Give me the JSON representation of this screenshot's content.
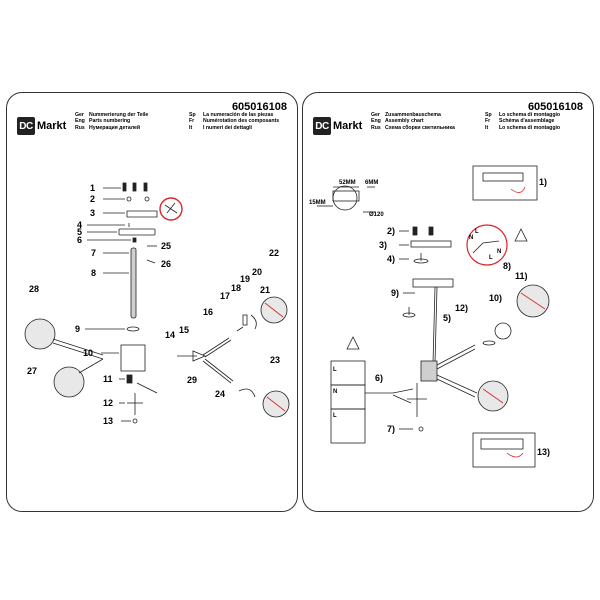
{
  "brand": {
    "logo_mark": "DC",
    "logo_text": "Markt"
  },
  "left_panel": {
    "code": "605016108",
    "header": [
      {
        "a_tag": "Ger",
        "a": "Nummerierung der Teile",
        "b_tag": "Sp",
        "b": "La numeración de las piezas"
      },
      {
        "a_tag": "Eng",
        "a": "Parts numbering",
        "b_tag": "Fr",
        "b": "Numérotation des composants"
      },
      {
        "a_tag": "Rus",
        "a": "Нумерация деталей",
        "b_tag": "It",
        "b": "I numeri dei dettagli"
      }
    ],
    "part_numbers": [
      "1",
      "2",
      "3",
      "4",
      "5",
      "6",
      "7",
      "8",
      "9",
      "10",
      "11",
      "12",
      "13",
      "14",
      "15",
      "16",
      "17",
      "18",
      "19",
      "20",
      "21",
      "22",
      "23",
      "24",
      "25",
      "26",
      "27",
      "28",
      "29"
    ]
  },
  "right_panel": {
    "code": "605016108",
    "header": [
      {
        "a_tag": "Ger",
        "a": "Zusammenbauschema",
        "b_tag": "Sp",
        "b": "Lo schema di montaggio"
      },
      {
        "a_tag": "Eng",
        "a": "Assembly chart",
        "b_tag": "Fr",
        "b": "Schéma d'assemblage"
      },
      {
        "a_tag": "Rus",
        "a": "Схема сборки светильника",
        "b_tag": "It",
        "b": "Lo schema di montaggio"
      }
    ],
    "dims": {
      "d1": "52MM",
      "d2": "6MM",
      "d3": "15MM",
      "d4": "Ø120"
    },
    "steps": [
      "1)",
      "2)",
      "3)",
      "4)",
      "5)",
      "6)",
      "7)",
      "8)",
      "9)",
      "10)",
      "11)",
      "12)",
      "13)"
    ],
    "wire_labels": [
      "L",
      "N",
      "L",
      "N",
      "L",
      "L",
      "N"
    ]
  },
  "colors": {
    "line": "#222222",
    "accent": "#d9262c",
    "glass": "#e8e8e8"
  }
}
